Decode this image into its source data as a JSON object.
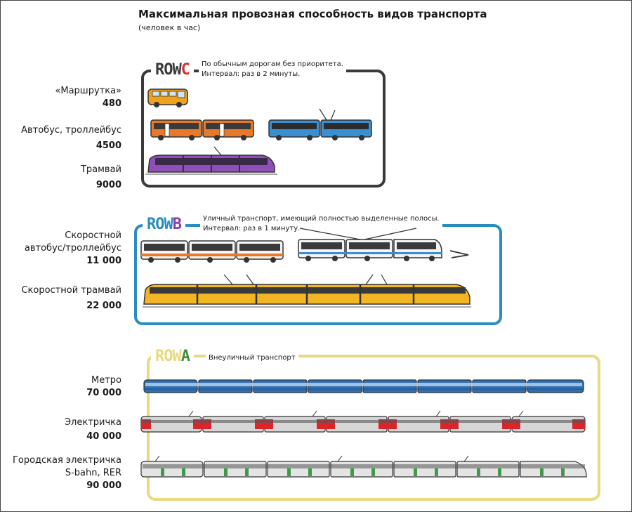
{
  "title": "Максимальная провозная способность видов транспорта",
  "subtitle": "(человек в час)",
  "groups": {
    "c": {
      "tag_prefix": "ROW",
      "tag_letter": "C",
      "note_line1": "По обычным дорогам без приоритета.",
      "note_line2": "Интервал: раз в 2 минуты."
    },
    "b": {
      "tag_prefix": "ROW",
      "tag_letter": "B",
      "note_line1": "Уличный транспорт, имеющий полностью выделенные полосы.",
      "note_line2": "Интервал: раз в 1 минуту."
    },
    "a": {
      "tag_prefix": "ROW",
      "tag_letter": "A",
      "note_line1": "Внеуличный транспорт"
    }
  },
  "rows": {
    "minibus": {
      "name": "«Маршрутка»",
      "value": "480"
    },
    "bus": {
      "name": "Автобус, троллейбус",
      "value": "4500"
    },
    "tram": {
      "name": "Трамвай",
      "value": "9000"
    },
    "brt_line1": "Скоростной",
    "brt_line2": "автобус/троллейбус",
    "brt_value": "11 000",
    "lrt": {
      "name": "Скоростной трамвай",
      "value": "22 000"
    },
    "metro": {
      "name": "Метро",
      "value": "70 000"
    },
    "elektrichka": {
      "name": "Электричка",
      "value": "40 000"
    },
    "sbahn_line1": "Городская электричка",
    "sbahn_line2": "S-bahn, RER",
    "sbahn_value": "90 000"
  },
  "colors": {
    "row_c": "#3a3a3a",
    "row_c_accent": "#d0342c",
    "row_b": "#2b8cbf",
    "row_b_accent": "#8a3fa8",
    "row_a": "#e8d982",
    "row_a_accent": "#3f8f3f",
    "minibus": "#f0a21c",
    "bus_orange": "#e8792a",
    "bus_blue": "#3a8fd0",
    "tram_purple": "#8e4fb8",
    "lrt_yellow": "#f2b526",
    "metro_blue": "#2f6fb3",
    "elektrichka_red": "#d9262b",
    "sbahn_gray": "#d6d6d6"
  }
}
